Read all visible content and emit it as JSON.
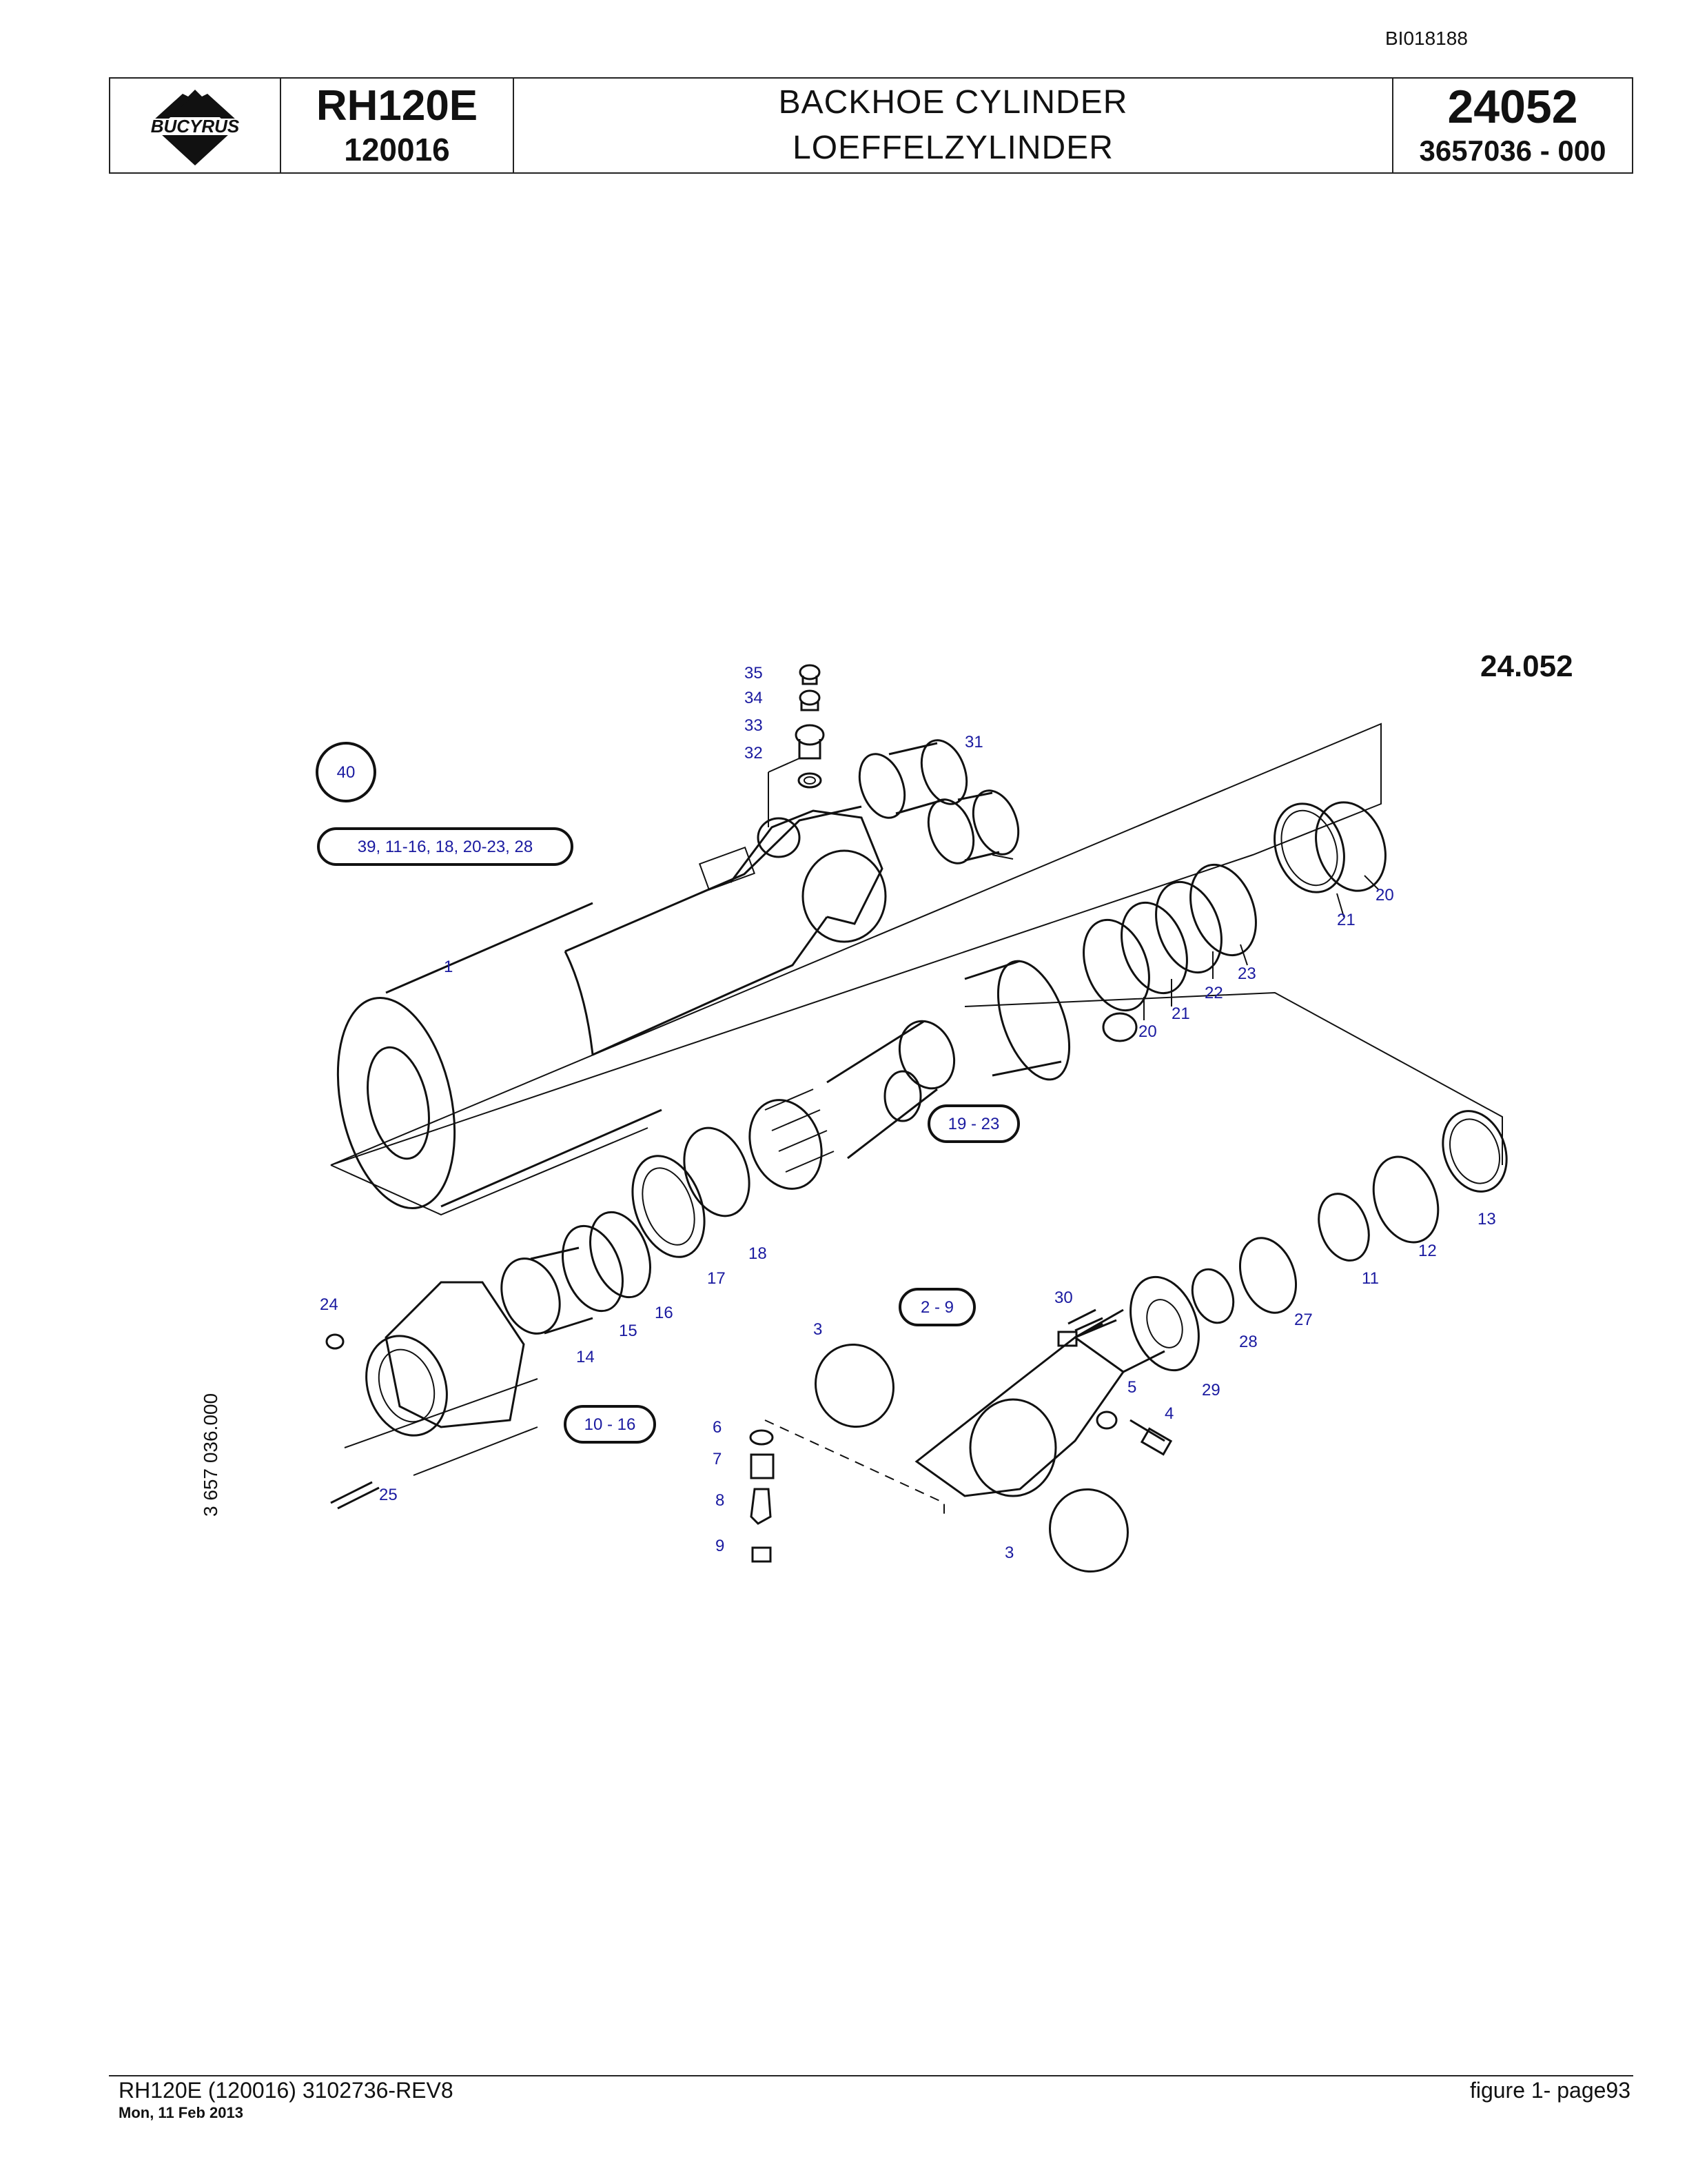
{
  "doc_id": "BI018188",
  "header": {
    "logo_text": "BUCYRUS",
    "model": "RH120E",
    "serial": "120016",
    "title_en": "BACKHOE CYLINDER",
    "title_de": "LOEFFELZYLINDER",
    "figure_number": "24052",
    "part_number": "3657036  - 000"
  },
  "section_number": "24.052",
  "side_code": "3 657 036.000",
  "callouts": {
    "c1": "1",
    "c3a": "3",
    "c3b": "3",
    "c4": "4",
    "c5": "5",
    "c6": "6",
    "c7": "7",
    "c8": "8",
    "c9": "9",
    "c11": "11",
    "c12": "12",
    "c13": "13",
    "c14": "14",
    "c15": "15",
    "c16": "16",
    "c17": "17",
    "c18": "18",
    "c20a": "20",
    "c20b": "20",
    "c21a": "21",
    "c21b": "21",
    "c22": "22",
    "c23": "23",
    "c24": "24",
    "c25": "25",
    "c27": "27",
    "c28": "28",
    "c29": "29",
    "c30": "30",
    "c31": "31",
    "c32": "32",
    "c33": "33",
    "c34": "34",
    "c35": "35"
  },
  "groups": {
    "g40": "40",
    "g_main": "39, 11-16, 18, 20-23, 28",
    "g19_23": "19 - 23",
    "g2_9": "2 - 9",
    "g10_16": "10 - 16"
  },
  "footer": {
    "doc": "RH120E (120016) 3102736-REV8",
    "date": "Mon, 11 Feb 2013",
    "page": "figure  1- page93"
  }
}
